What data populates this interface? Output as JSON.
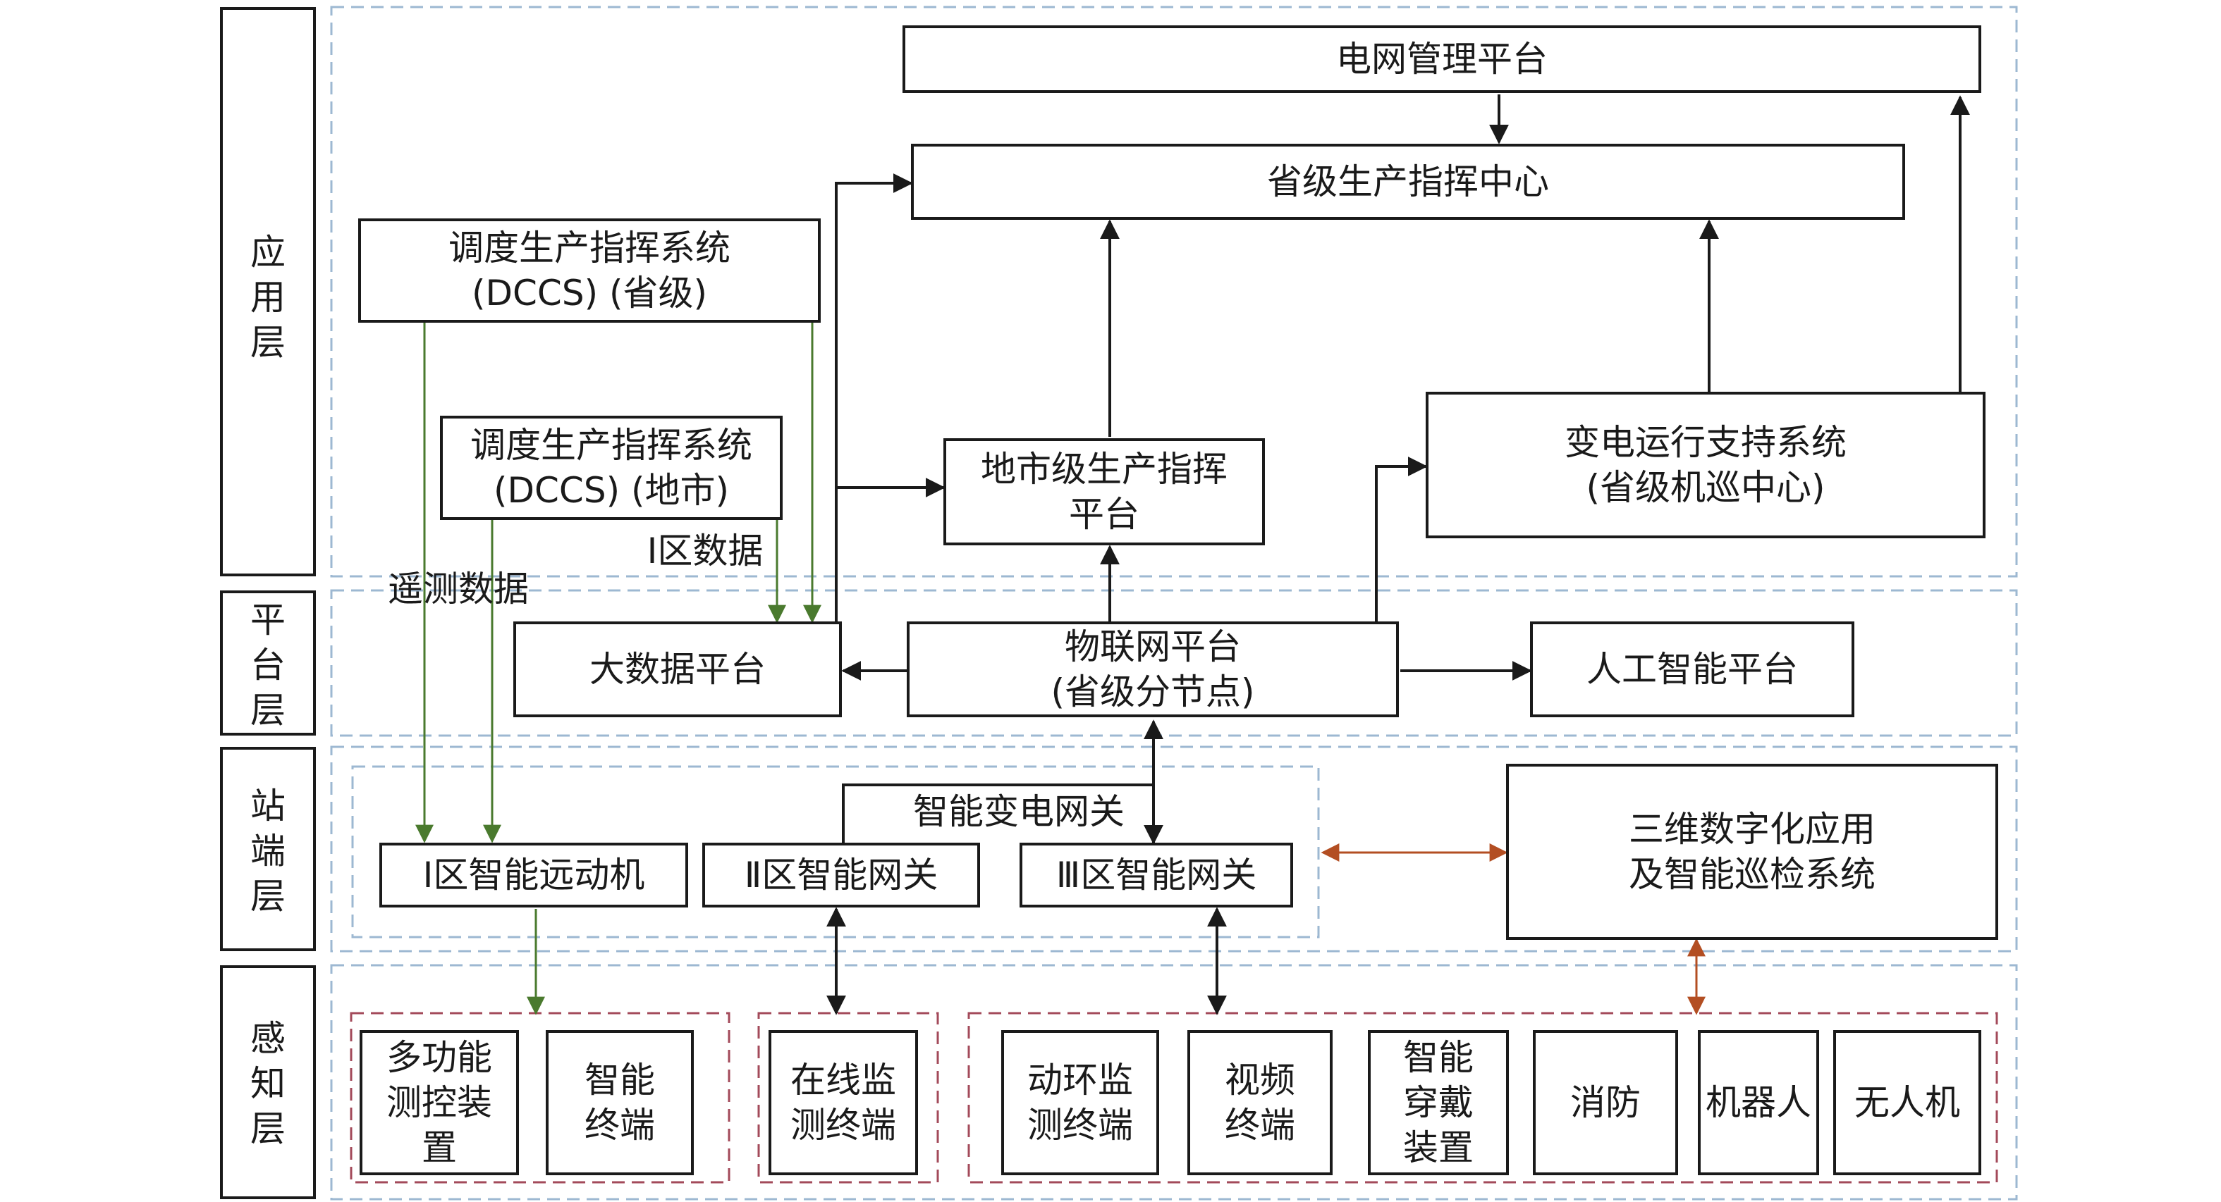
{
  "layers": {
    "application": "应\n用\n层",
    "platform": "平\n台\n层",
    "station": "站\n端\n层",
    "perception": "感\n知\n层"
  },
  "nodes": {
    "grid_mgmt": "电网管理平台",
    "prov_center": "省级生产指挥中心",
    "dccs_prov": "调度生产指挥系统\n(DCCS) (省级)",
    "dccs_city": "调度生产指挥系统\n(DCCS) (地市)",
    "city_cmd": "地市级生产指挥\n平台",
    "substation_ops": "变电运行支持系统\n(省级机巡中心)",
    "bigdata": "大数据平台",
    "iot": "物联网平台\n(省级分节点)",
    "ai": "人工智能平台",
    "zone1_rtu": "Ⅰ区智能远动机",
    "zone2_gw": "Ⅱ区智能网关",
    "zone3_gw": "Ⅲ区智能网关",
    "three_d": "三维数字化应用\n及智能巡检系统",
    "multi_func": "多功能\n测控装\n置",
    "smart_term": "智能\n终端",
    "online_mon": "在线监\n测终端",
    "env_mon": "动环监\n测终端",
    "video": "视频\n终端",
    "wearable": "智能\n穿戴\n装置",
    "fire": "消防",
    "robot": "机器人",
    "drone": "无人机"
  },
  "labels": {
    "gateway_group": "智能变电网关",
    "zone1_data": "Ⅰ区数据",
    "telemetry": "遥测数据"
  },
  "colors": {
    "black": "#1a1a1a",
    "green": "#4a7a2e",
    "orange": "#b34e22",
    "blue_dash": "#9db8d2",
    "red_dash": "#a34a5a"
  }
}
